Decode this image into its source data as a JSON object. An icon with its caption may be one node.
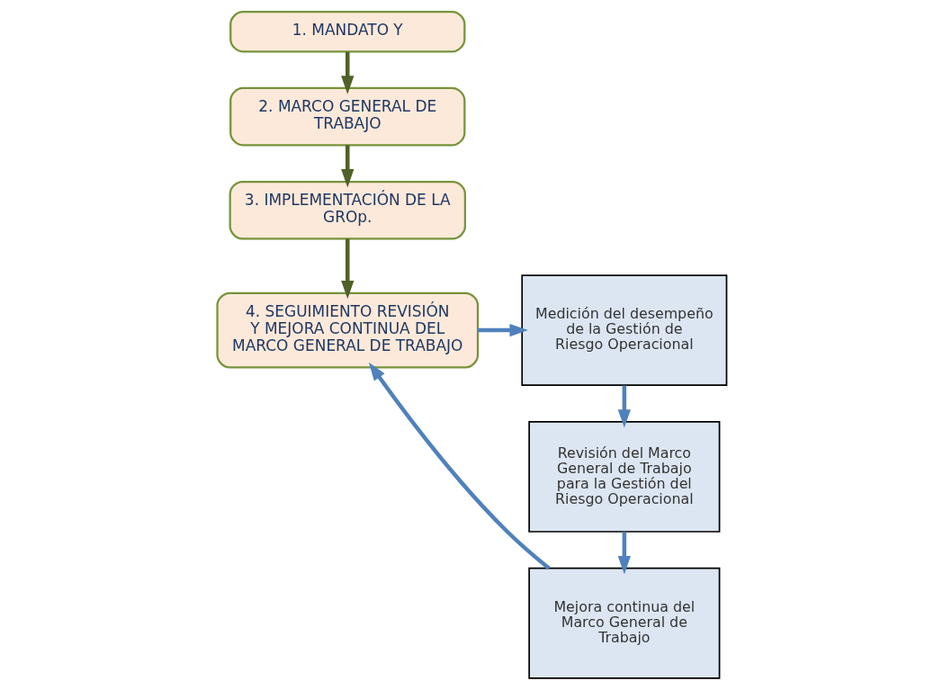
{
  "diagram": {
    "nodes": [
      {
        "text": [
          "1. MANDATO Y"
        ]
      },
      {
        "text": [
          "2. MARCO GENERAL DE TRABAJO"
        ]
      },
      {
        "text": [
          "3. IMPLEMENTACIÓN DE LA GROp."
        ]
      },
      {
        "text": [
          "4. SEGUIMIENTO REVISIÓN Y MEJORA CONTINUA DEL MARCO GENERAL DE TRABAJO"
        ]
      },
      {
        "text": [
          "Medición del desempeño de la Gestión de Riesgo Operacional"
        ]
      },
      {
        "text": [
          "Revisión del Marco General de Trabajo para la Gestión del Riesgo Operacional"
        ]
      },
      {
        "text": [
          "Mejora continua del Marco General de Trabajo"
        ]
      }
    ],
    "edges": [
      {
        "from": 0,
        "to": 1,
        "arrow": "to",
        "color": "#4f6228"
      },
      {
        "from": 1,
        "to": 2,
        "arrow": "to",
        "color": "#4f6228"
      },
      {
        "from": 2,
        "to": 3,
        "arrow": "to",
        "color": "#4f6228"
      },
      {
        "from": 3,
        "to": 4,
        "arrow": "to"
      },
      {
        "from": 4,
        "to": 5,
        "arrow": "to"
      },
      {
        "from": 5,
        "to": 6,
        "arrow": "to"
      },
      {
        "from": 6,
        "to": 3,
        "arrow": "to"
      }
    ]
  }
}
